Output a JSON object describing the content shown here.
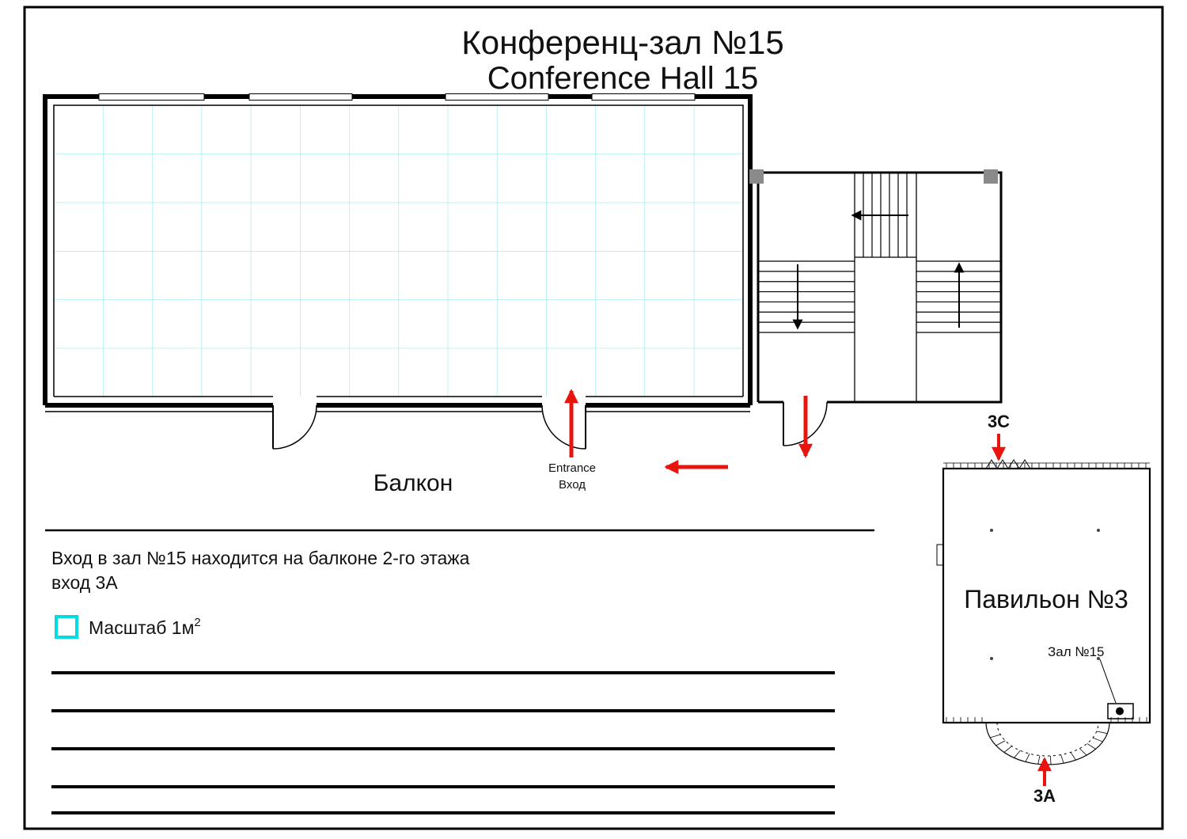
{
  "title": {
    "ru": "Конференц-зал №15",
    "en": "Conference Hall 15"
  },
  "room": {
    "balcony_label": "Балкон",
    "entrance_label_en": "Entrance",
    "entrance_label_ru": "Вход"
  },
  "notes": {
    "line1": "Вход в зал №15 находится на балконе 2-го этажа",
    "line2": "вход 3А"
  },
  "legend": {
    "scale_label": "Масштаб 1м",
    "scale_superscript": "2"
  },
  "pavilion": {
    "name": "Павильон №3",
    "hall_label": "Зал №15",
    "gate_top": "3C",
    "gate_bottom": "3A"
  },
  "colors": {
    "wall": "#000000",
    "grid": "#93e9eb",
    "legend": "#00dce0",
    "arrow": "#e8150f",
    "pillar": "#8a8a8a"
  }
}
